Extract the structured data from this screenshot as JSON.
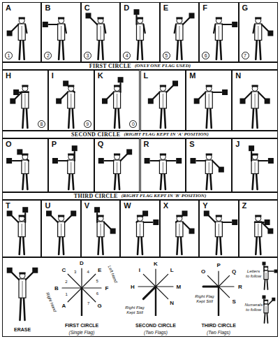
{
  "diagram": {
    "nodes": [
      {
        "text": [
          "A",
          "1"
        ]
      },
      {
        "text": [
          "B",
          "2"
        ]
      },
      {
        "text": [
          "C",
          "3"
        ]
      },
      {
        "text": [
          "D",
          "4"
        ]
      },
      {
        "text": [
          "E",
          "5"
        ]
      },
      {
        "text": [
          "F",
          "6"
        ]
      },
      {
        "text": [
          "G",
          "7"
        ]
      },
      {
        "text": [
          "FIRST CIRCLE",
          "(ONLY ONE FLAG USED)"
        ]
      },
      {
        "text": [
          "H",
          "8"
        ]
      },
      {
        "text": [
          "I",
          "9"
        ]
      },
      {
        "text": [
          "K",
          "0"
        ]
      },
      {
        "text": [
          "L"
        ]
      },
      {
        "text": [
          "M"
        ]
      },
      {
        "text": [
          "N"
        ]
      },
      {
        "text": [
          "SECOND CIRCLE",
          "(RIGHT FLAG KEPT IN 'A' POSITION)"
        ]
      },
      {
        "text": [
          "O"
        ]
      },
      {
        "text": [
          "P"
        ]
      },
      {
        "text": [
          "Q"
        ]
      },
      {
        "text": [
          "R"
        ]
      },
      {
        "text": [
          "S"
        ]
      },
      {
        "text": [
          "J"
        ]
      },
      {
        "text": [
          "THIRD CIRCLE",
          "(RIGHT FLAG KEPT IN 'B' POSITION)"
        ]
      },
      {
        "text": [
          "T"
        ]
      },
      {
        "text": [
          "U"
        ]
      },
      {
        "text": [
          "V"
        ]
      },
      {
        "text": [
          "W"
        ]
      },
      {
        "text": [
          "X"
        ]
      },
      {
        "text": [
          "Y"
        ]
      },
      {
        "text": [
          "Z"
        ]
      }
    ],
    "labels": [
      "ERASE",
      "FIRST CIRCLE",
      "(Single Flag)",
      "SECOND CIRCLE",
      "(Two Flags)",
      "THIRD CIRCLE",
      "(Two Flags)",
      "Letters to follow",
      "Numerals to follow",
      "A",
      "B",
      "C",
      "D",
      "E",
      "F",
      "G",
      "1",
      "2",
      "3",
      "4",
      "5",
      "6",
      "7",
      "Right Hand",
      "Left Hand",
      "H",
      "I",
      "K",
      "L",
      "M",
      "N",
      "Right Flag Kept Still",
      "O",
      "P",
      "Q",
      "R",
      "S",
      "Right Flag Kept Still"
    ]
  }
}
